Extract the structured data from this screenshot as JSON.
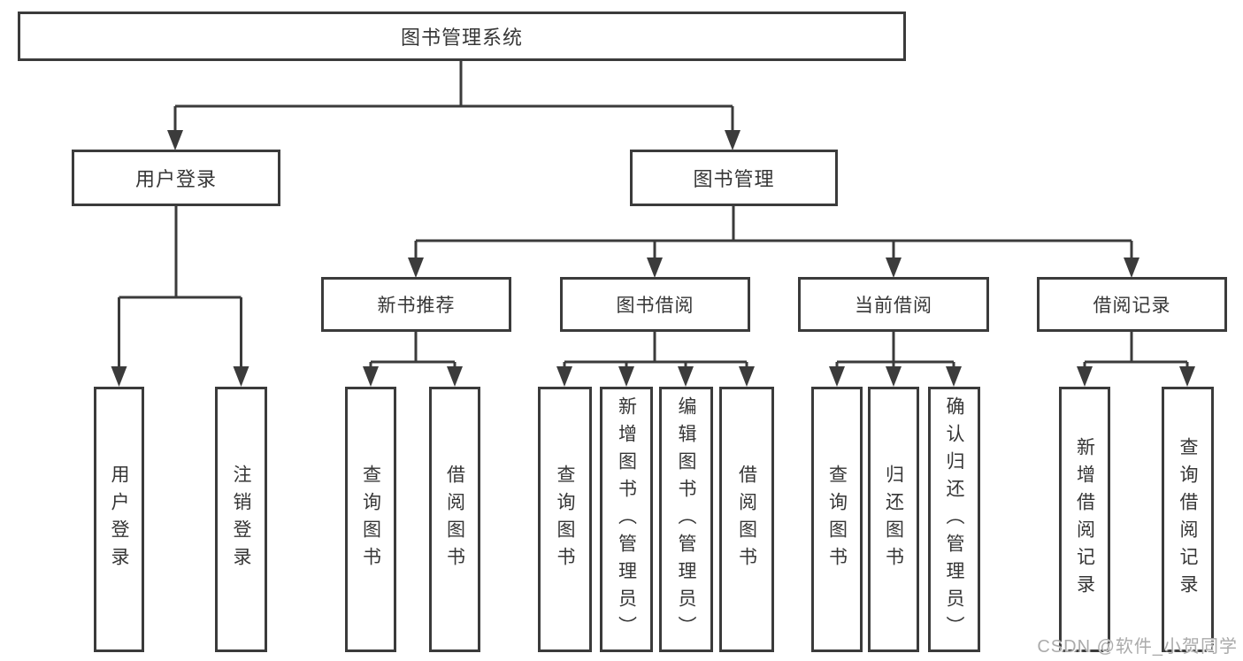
{
  "diagram": {
    "title": "图书管理系统",
    "tree": {
      "root": {
        "label": "图书管理系统"
      },
      "branches": [
        {
          "label": "用户登录",
          "children": [
            {
              "label": "用户登录"
            },
            {
              "label": "注销登录"
            }
          ]
        },
        {
          "label": "图书管理",
          "children": [
            {
              "label": "新书推荐",
              "children": [
                {
                  "label": "查询图书"
                },
                {
                  "label": "借阅图书"
                }
              ]
            },
            {
              "label": "图书借阅",
              "children": [
                {
                  "label": "查询图书"
                },
                {
                  "label": "新增图书（管理员）"
                },
                {
                  "label": "编辑图书（管理员）"
                },
                {
                  "label": "借阅图书"
                }
              ]
            },
            {
              "label": "当前借阅",
              "children": [
                {
                  "label": "查询图书"
                },
                {
                  "label": "归还图书"
                },
                {
                  "label": "确认归还（管理员）"
                }
              ]
            },
            {
              "label": "借阅记录",
              "children": [
                {
                  "label": "新增借阅记录"
                },
                {
                  "label": "查询借阅记录"
                }
              ]
            }
          ]
        }
      ]
    },
    "colors": {
      "line": "#3b3b3b",
      "text": "#363636",
      "background": "#ffffff",
      "watermark": "#ababab"
    }
  },
  "watermark": {
    "text": "CSDN @软件_小贺同学"
  }
}
